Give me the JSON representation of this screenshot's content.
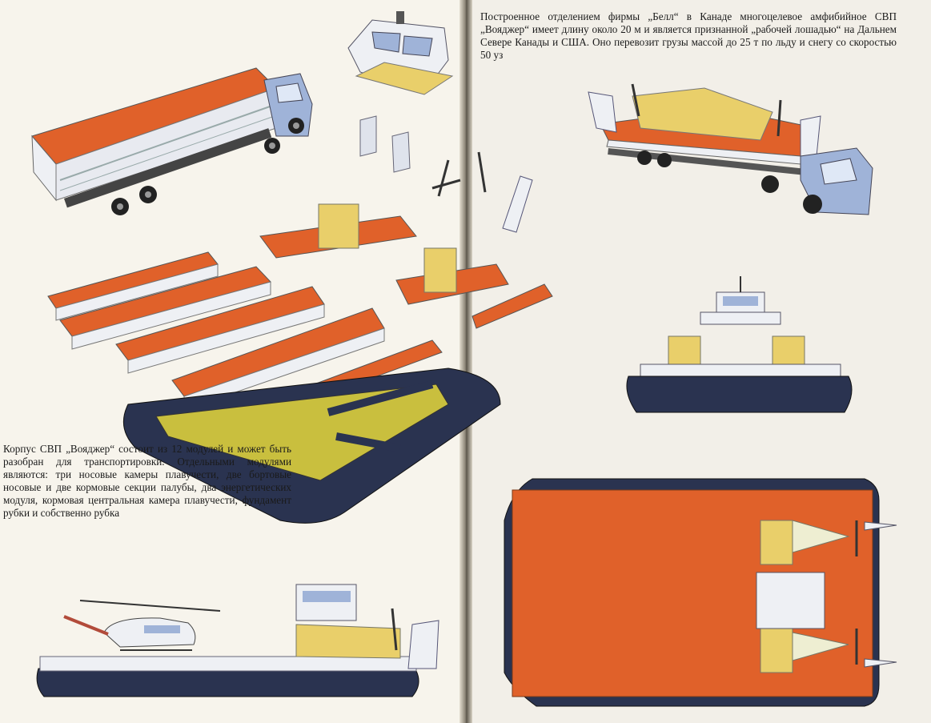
{
  "captions": {
    "top_right": "Построенное отделением фирмы „Белл“ в Канаде многоцелевое амфибийное СВП „Вояджер“ имеет длину около 20 м и является признанной „рабочей лошадью“ на Дальнем Севере Канады и США. Оно перевозит грузы массой до 25 т по льду и снегу со скоростью 50 уз",
    "left": "Корпус СВП „Вояджер“ состоит из 12 модулей и может быть разобран для транспортировки. Отдельными модулями являются: три носовые камеры плавучести, две бортовые носовые и две кормовые секции палубы, два энергетических модуля, кормовая центральная камера плавучести, фундамент рубки и собственно рубка"
  },
  "colors": {
    "deck_orange": "#e0612a",
    "skirt_navy": "#2a3350",
    "module_yellow": "#e9cf6a",
    "hull_white": "#eef0f4",
    "cab_blue": "#9fb3d8",
    "floor_olive": "#c9bf3e"
  },
  "illustrations": [
    "truck-with-deck-modules",
    "wheelhouse-module",
    "exploded-hull-modules",
    "hovercraft-on-semitrailer",
    "hovercraft-front-view",
    "hovercraft-top-view",
    "hovercraft-side-view-with-helicopter"
  ]
}
